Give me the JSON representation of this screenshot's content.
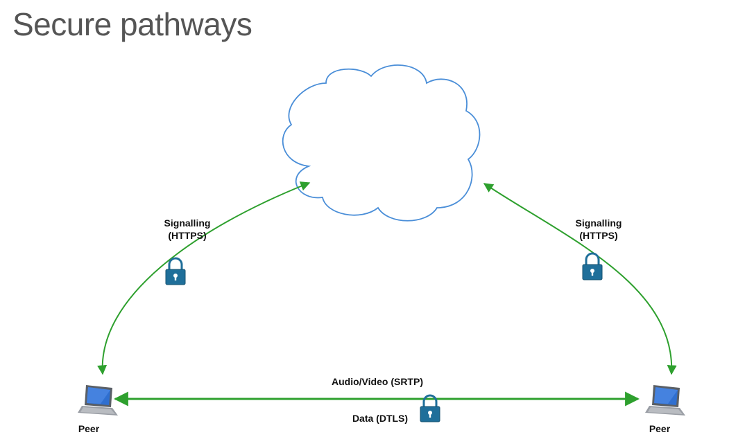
{
  "slide": {
    "title": "Secure pathways"
  },
  "diagram": {
    "left_signalling": {
      "line1": "Signalling",
      "line2": "(HTTPS)"
    },
    "right_signalling": {
      "line1": "Signalling",
      "line2": "(HTTPS)"
    },
    "media_label": "Audio/Video (SRTP)",
    "data_label": "Data (DTLS)",
    "left_peer": "Peer",
    "right_peer": "Peer",
    "icons": {
      "cloud": "cloud-icon",
      "lock": "padlock-icon",
      "laptop": "laptop-icon"
    },
    "colors": {
      "arrow": "#2ea02e",
      "cloud_stroke": "#4a8ed8",
      "lock": "#1f6f9a"
    }
  }
}
